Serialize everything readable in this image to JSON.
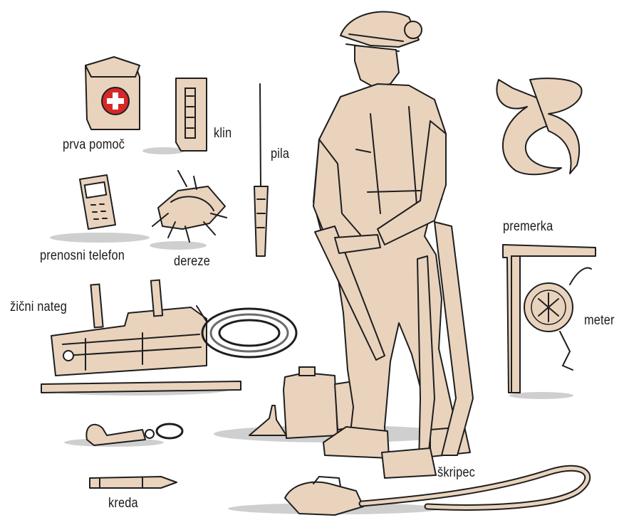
{
  "labels": {
    "first_aid": "prva pomoč",
    "wedge": "klin",
    "saw": "pila",
    "phone": "prenosni telefon",
    "crampons": "dereze",
    "winch": "žični nateg",
    "chalk": "kreda",
    "pulley": "škripec",
    "caliper": "premerka",
    "tape": "meter"
  },
  "colors": {
    "paper": "#ffffff",
    "ink": "#1e1e1e",
    "tan": "#e9d3bd",
    "first_aid_red": "#d62828"
  }
}
